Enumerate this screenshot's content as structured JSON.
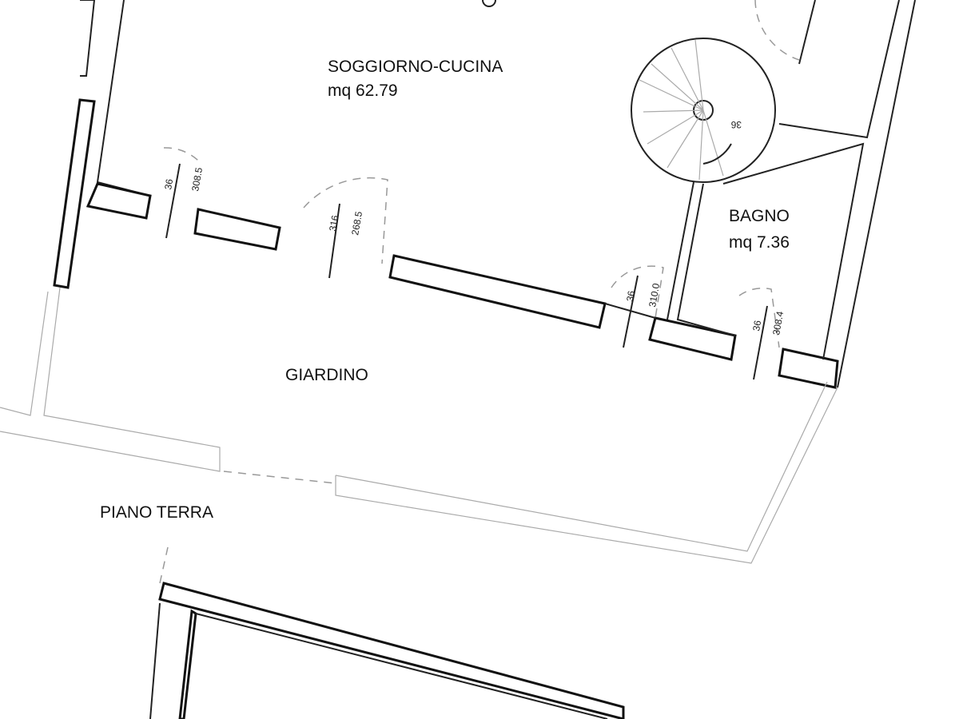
{
  "rooms": {
    "soggiorno": {
      "name": "SOGGIORNO-CUCINA",
      "area": "mq 62.79"
    },
    "bagno": {
      "name": "BAGNO",
      "area": "mq 7.36"
    },
    "giardino": {
      "name": "GIARDINO"
    }
  },
  "floor_label": "PIANO TERRA",
  "openings": [
    {
      "a": "36",
      "b": "308.5"
    },
    {
      "a": "316",
      "b": "268.5"
    },
    {
      "a": "36",
      "b": "310.0"
    },
    {
      "a": "36",
      "b": "308.4"
    }
  ],
  "stair_label": "36"
}
